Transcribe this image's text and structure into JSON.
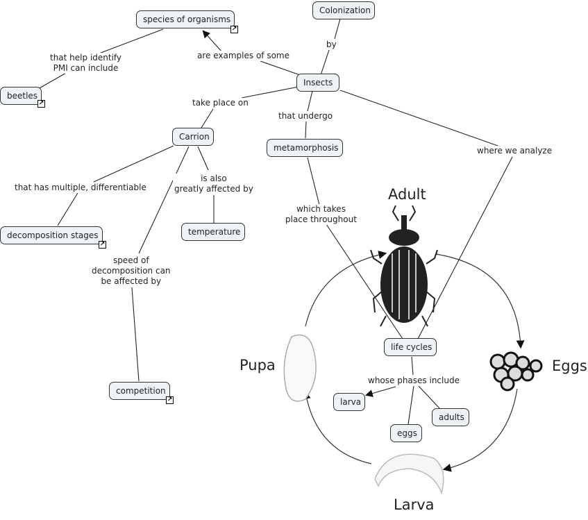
{
  "concepts": {
    "species": "species of organisms",
    "colonization": "Colonization",
    "insects": "Insects",
    "beetles": "beetles",
    "carrion": "Carrion",
    "metamorphosis": "metamorphosis",
    "decomposition_stages": "decomposition stages",
    "temperature": "temperature",
    "competition": "competition",
    "life_cycles": "life cycles",
    "larva": "larva",
    "eggs": "eggs",
    "adults": "adults"
  },
  "linking_phrases": {
    "help_identify": [
      "that help identify",
      "PMI can include"
    ],
    "examples_of": "are examples of some",
    "by": "by",
    "take_place_on": "take place on",
    "that_undergo": "that undergo",
    "where_we_analyze": "where we analyze",
    "multiple_differentiable": "that has multiple, differentiable",
    "also_affected": [
      "is also",
      "greatly affected by"
    ],
    "which_takes_place": [
      "which takes",
      "place throughout"
    ],
    "speed_of_decomposition": [
      "speed of",
      "decomposition can",
      "be affected by"
    ],
    "phases_include": "whose phases include"
  },
  "lifecycle_image": {
    "stages": [
      "Adult",
      "Eggs",
      "Larva",
      "Pupa"
    ]
  },
  "icons": {
    "resource_link": "↗"
  },
  "colors": {
    "node_fill": "#eef3f6",
    "line": "#222222"
  }
}
